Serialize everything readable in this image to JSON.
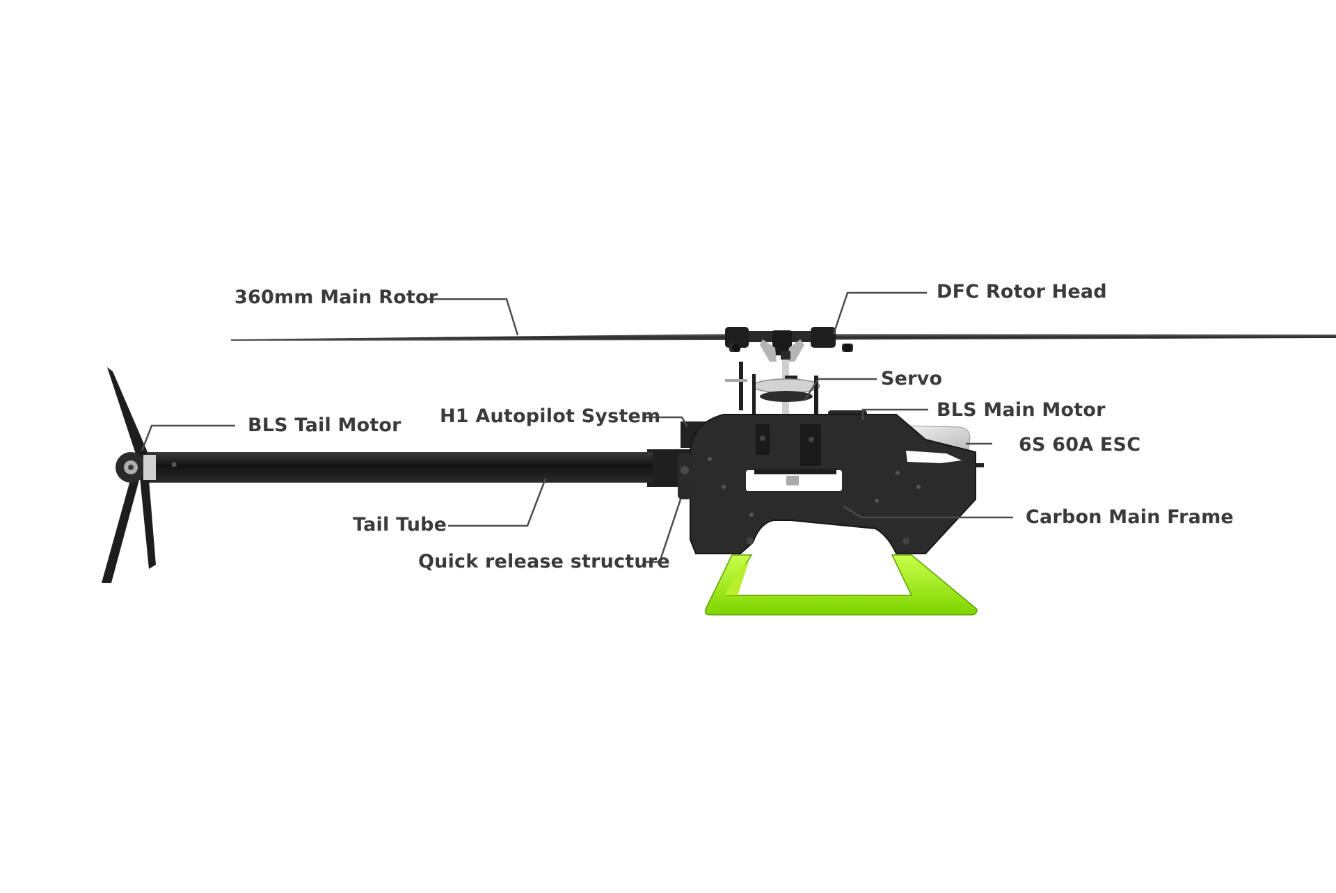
{
  "diagram": {
    "colors": {
      "frame": "#2b2b2b",
      "tube": "#1c1c1c",
      "skid": "#9cf51a",
      "leader": "#4a4a4a",
      "label": "#3a3a3a",
      "esc": "#dcdcdc",
      "metal": "#bdbdbd"
    },
    "labels": {
      "main_rotor": "360mm Main Rotor",
      "rotor_head": "DFC Rotor Head",
      "servo": "Servo",
      "autopilot": "H1 Autopilot System",
      "tail_motor": "BLS Tail Motor",
      "main_motor": "BLS Main Motor",
      "esc": "6S 60A ESC",
      "tail_tube": "Tail Tube",
      "main_frame": "Carbon Main Frame",
      "quick_release": "Quick release structure"
    }
  }
}
